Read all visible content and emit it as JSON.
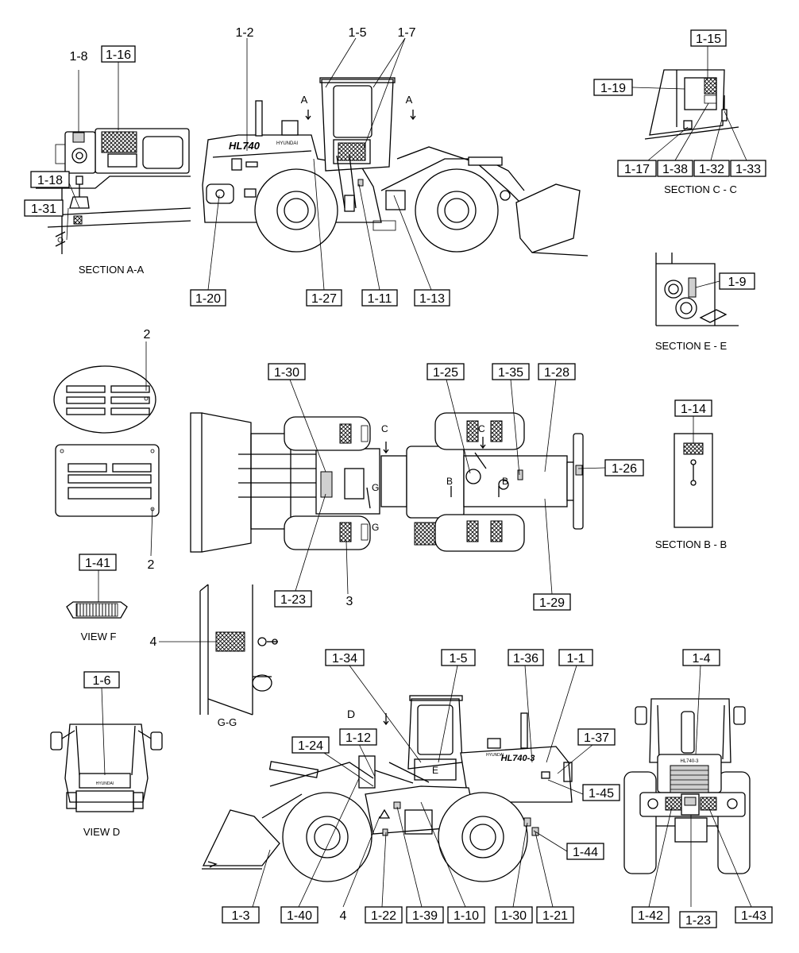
{
  "callouts": [
    {
      "id": "c1",
      "text": "1-16",
      "boxed": true
    },
    {
      "id": "c2",
      "text": "1-8",
      "boxed": false
    },
    {
      "id": "c3",
      "text": "1-18",
      "boxed": true
    },
    {
      "id": "c4",
      "text": "1-31",
      "boxed": true
    },
    {
      "id": "c5",
      "text": "1-2",
      "boxed": false
    },
    {
      "id": "c6",
      "text": "1-5",
      "boxed": false
    },
    {
      "id": "c7",
      "text": "1-7",
      "boxed": false
    },
    {
      "id": "c8",
      "text": "A",
      "boxed": false
    },
    {
      "id": "c9",
      "text": "A",
      "boxed": false
    },
    {
      "id": "c10",
      "text": "1-20",
      "boxed": true
    },
    {
      "id": "c11",
      "text": "1-27",
      "boxed": true
    },
    {
      "id": "c12",
      "text": "1-11",
      "boxed": true
    },
    {
      "id": "c13",
      "text": "1-13",
      "boxed": true
    },
    {
      "id": "c14",
      "text": "1-15",
      "boxed": true
    },
    {
      "id": "c15",
      "text": "1-19",
      "boxed": true
    },
    {
      "id": "c16",
      "text": "1-17",
      "boxed": true
    },
    {
      "id": "c17",
      "text": "1-38",
      "boxed": true
    },
    {
      "id": "c18",
      "text": "1-32",
      "boxed": true
    },
    {
      "id": "c19",
      "text": "1-33",
      "boxed": true
    },
    {
      "id": "c20",
      "text": "1-9",
      "boxed": true
    },
    {
      "id": "c21",
      "text": "2",
      "boxed": false
    },
    {
      "id": "c22",
      "text": "2",
      "boxed": false
    },
    {
      "id": "c23",
      "text": "1-30",
      "boxed": true
    },
    {
      "id": "c24",
      "text": "1-25",
      "boxed": true
    },
    {
      "id": "c25",
      "text": "1-35",
      "boxed": true
    },
    {
      "id": "c26",
      "text": "1-28",
      "boxed": true
    },
    {
      "id": "c27",
      "text": "1-26",
      "boxed": true
    },
    {
      "id": "c28",
      "text": "1-23",
      "boxed": true
    },
    {
      "id": "c29",
      "text": "3",
      "boxed": false
    },
    {
      "id": "c30",
      "text": "1-29",
      "boxed": true
    },
    {
      "id": "c31",
      "text": "1-14",
      "boxed": true
    },
    {
      "id": "c32",
      "text": "1-41",
      "boxed": true
    },
    {
      "id": "c33",
      "text": "4",
      "boxed": false
    },
    {
      "id": "c34",
      "text": "1-34",
      "boxed": true
    },
    {
      "id": "c35",
      "text": "1-5",
      "boxed": true
    },
    {
      "id": "c36",
      "text": "1-36",
      "boxed": true
    },
    {
      "id": "c37",
      "text": "1-1",
      "boxed": true
    },
    {
      "id": "c38",
      "text": "1-4",
      "boxed": true
    },
    {
      "id": "c39",
      "text": "1-6",
      "boxed": true
    },
    {
      "id": "c40",
      "text": "D",
      "boxed": false
    },
    {
      "id": "c41",
      "text": "1-24",
      "boxed": true
    },
    {
      "id": "c42",
      "text": "1-12",
      "boxed": true
    },
    {
      "id": "c43",
      "text": "1-37",
      "boxed": true
    },
    {
      "id": "c44",
      "text": "1-45",
      "boxed": true
    },
    {
      "id": "c45",
      "text": "1-44",
      "boxed": true
    },
    {
      "id": "c46",
      "text": "1-3",
      "boxed": true
    },
    {
      "id": "c47",
      "text": "1-40",
      "boxed": true
    },
    {
      "id": "c48",
      "text": "4",
      "boxed": false
    },
    {
      "id": "c49",
      "text": "1-22",
      "boxed": true
    },
    {
      "id": "c50",
      "text": "1-39",
      "boxed": true
    },
    {
      "id": "c51",
      "text": "1-10",
      "boxed": true
    },
    {
      "id": "c52",
      "text": "1-30",
      "boxed": true
    },
    {
      "id": "c53",
      "text": "1-21",
      "boxed": true
    },
    {
      "id": "c54",
      "text": "1-42",
      "boxed": true
    },
    {
      "id": "c55",
      "text": "1-23",
      "boxed": true
    },
    {
      "id": "c56",
      "text": "1-43",
      "boxed": true
    }
  ],
  "section_labels": {
    "a_a": "SECTION A-A",
    "c_c": "SECTION C - C",
    "e_e": "SECTION E - E",
    "b_b": "SECTION B - B",
    "view_f": "VIEW F",
    "view_d": "VIEW D",
    "g_g": "G-G"
  },
  "plan_markers": {
    "c_left": "C",
    "c_right": "C",
    "b_left": "B",
    "b_right": "B",
    "g_top": "G",
    "g_bottom": "G"
  },
  "decal_texts": {
    "model_side": "HL740",
    "model_rear": "HL740-3",
    "model_front": "HL740-3",
    "brand_rear": "HYUNDAI",
    "brand_front": "HYUNDAI",
    "brand_side": "HYUNDAI"
  }
}
